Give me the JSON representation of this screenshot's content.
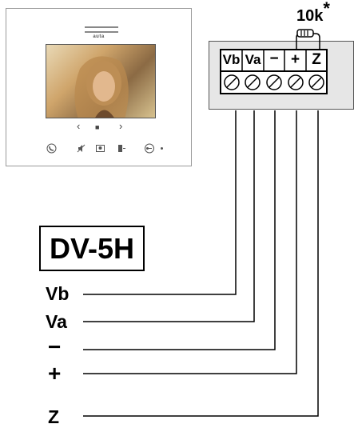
{
  "monitor": {
    "brand": "auta",
    "nav_prev": "‹",
    "nav_stop": "■",
    "nav_next": "›",
    "buttons": [
      "phone-icon",
      "mute-icon",
      "camera-icon",
      "door-icon",
      "key-icon"
    ]
  },
  "resistor": {
    "label": "10k",
    "marker": "*"
  },
  "terminals": [
    "Vb",
    "Va",
    "−",
    "+",
    "Z"
  ],
  "model": "DV-5H",
  "refs": [
    "Vb",
    "Va",
    "−",
    "+",
    "Z"
  ]
}
